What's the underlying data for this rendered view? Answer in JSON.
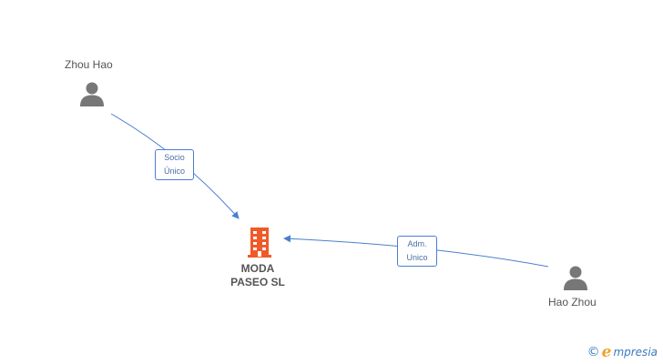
{
  "nodes": {
    "person_top": {
      "name": "Zhou Hao"
    },
    "person_right": {
      "name": "Hao Zhou"
    },
    "company": {
      "name_line1": "MODA",
      "name_line2": "PASEO SL"
    }
  },
  "edges": {
    "top_to_company": {
      "line1": "Socio",
      "line2": "Único"
    },
    "right_to_company": {
      "line1": "Adm.",
      "line2": "Unico"
    }
  },
  "watermark": {
    "symbol": "©",
    "brand_initial": "e",
    "brand_rest": "mpresia"
  },
  "colors": {
    "person_icon": "#777777",
    "company_icon": "#f05a28",
    "edge_line": "#4a7fd0",
    "edge_label_text": "#4a6fa5"
  },
  "icons": {
    "person": "person-icon",
    "company": "building-icon",
    "copyright": "copyright-icon"
  }
}
